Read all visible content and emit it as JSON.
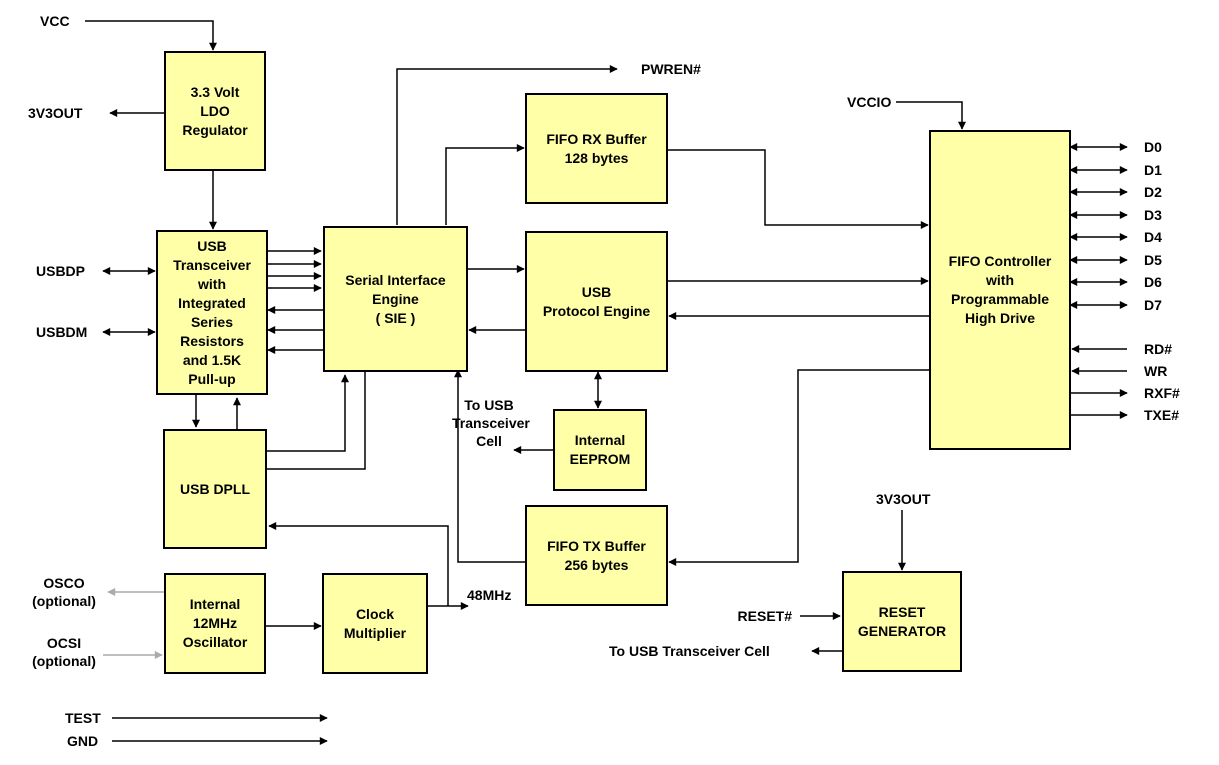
{
  "blocks": {
    "ldo": [
      "3.3 Volt",
      "LDO",
      "Regulator"
    ],
    "transceiver": [
      "USB",
      "Transceiver",
      "with",
      "Integrated",
      "Series",
      "Resistors",
      "and 1.5K",
      "Pull-up"
    ],
    "sie": [
      "Serial Interface",
      "Engine",
      "( SIE )"
    ],
    "fifo_rx": [
      "FIFO RX Buffer",
      "128 bytes"
    ],
    "protocol": [
      "USB",
      "Protocol Engine"
    ],
    "eeprom": [
      "Internal",
      "EEPROM"
    ],
    "dpll": [
      "USB DPLL"
    ],
    "fifo_tx": [
      "FIFO TX Buffer",
      "256 bytes"
    ],
    "oscillator": [
      "Internal",
      "12MHz",
      "Oscillator"
    ],
    "clock_mult": [
      "Clock",
      "Multiplier"
    ],
    "fifo_ctrl": [
      "FIFO Controller",
      "with",
      "Programmable",
      "High Drive"
    ],
    "reset_gen": [
      "RESET",
      "GENERATOR"
    ]
  },
  "signals": {
    "vcc": "VCC",
    "v3out_left": "3V3OUT",
    "usbdp": "USBDP",
    "usbdm": "USBDM",
    "pwren": "PWREN#",
    "vccio": "VCCIO",
    "d0": "D0",
    "d1": "D1",
    "d2": "D2",
    "d3": "D3",
    "d4": "D4",
    "d5": "D5",
    "d6": "D6",
    "d7": "D7",
    "rd": "RD#",
    "wr": "WR",
    "rxf": "RXF#",
    "txe": "TXE#",
    "to_usb_cell": [
      "To USB",
      "Transceiver",
      "Cell"
    ],
    "mhz48": "48MHz",
    "osco": [
      "OSCO",
      "(optional)"
    ],
    "ocsi": [
      "OCSI",
      "(optional)"
    ],
    "test": "TEST",
    "gnd": "GND",
    "v3out_reset": "3V3OUT",
    "reset": "RESET#",
    "to_usb_cell_reset": "To USB Transceiver Cell"
  },
  "colors": {
    "block_fill": "#ffffa8",
    "wire": "#000000",
    "optional_wire": "#aaaaaa"
  }
}
